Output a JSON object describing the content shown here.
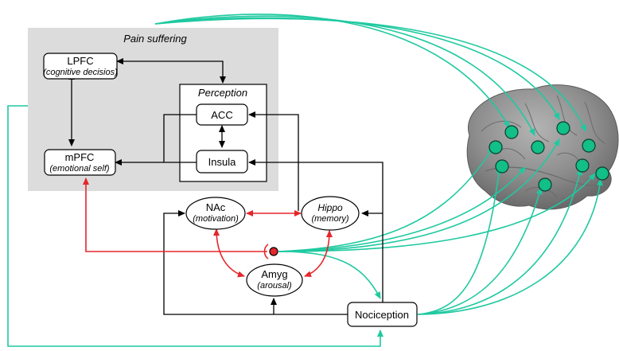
{
  "groups": {
    "pain_suffering": "Pain suffering",
    "perception": "Perception"
  },
  "nodes": {
    "lpfc": {
      "title": "LPFC",
      "subtitle": "(cognitive decisios)"
    },
    "mpfc": {
      "title": "mPFC",
      "subtitle": "(emotional self)"
    },
    "acc": {
      "title": "ACC"
    },
    "insula": {
      "title": "Insula"
    },
    "nac": {
      "title": "NAc",
      "subtitle": "(motivation)"
    },
    "hippo": {
      "title": "Hippo",
      "subtitle": "(memory)"
    },
    "amyg": {
      "title": "Amyg",
      "subtitle": "(arousal)"
    },
    "nociception": {
      "title": "Nociception"
    }
  },
  "colors": {
    "group_fill": "#dcdcdc",
    "red_pathway": "#e5262b",
    "teal_pathway": "#1fc9a0",
    "brain_dot": "#12bf86",
    "brain": "#8c8c8c"
  },
  "icons": {
    "brain": "brain-lateral-view",
    "modulation_marker": "red-dot-marker"
  }
}
